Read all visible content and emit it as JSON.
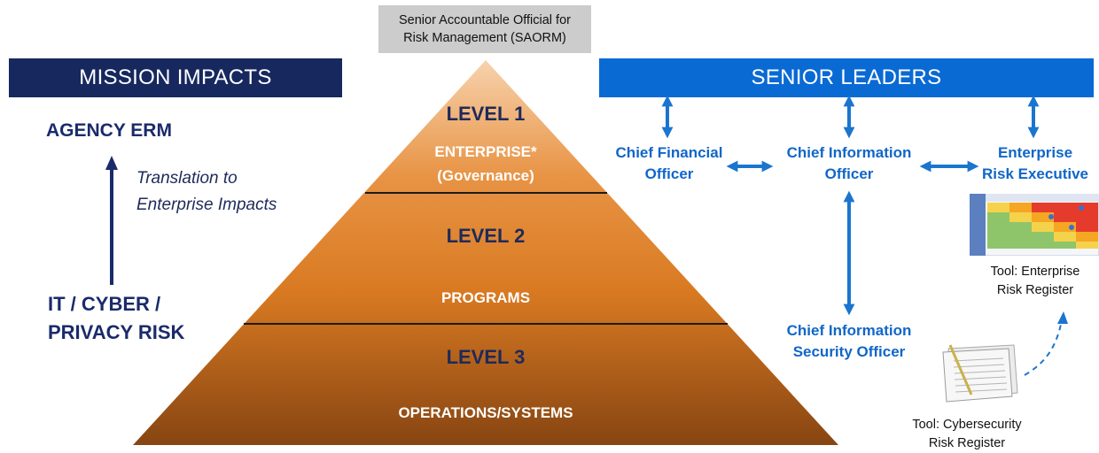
{
  "saorm": {
    "line1": "Senior Accountable Official for",
    "line2": "Risk Management (SAORM)"
  },
  "mission_banner": "MISSION IMPACTS",
  "leaders_banner": "SENIOR LEADERS",
  "left": {
    "agency_erm": "AGENCY ERM",
    "translation_line1": "Translation to",
    "translation_line2": "Enterprise Impacts",
    "risk_line1": "IT / CYBER /",
    "risk_line2": "PRIVACY RISK"
  },
  "pyramid": {
    "level1": "LEVEL 1",
    "enterprise": "ENTERPRISE*",
    "governance": "(Governance)",
    "level2": "LEVEL 2",
    "programs": "PROGRAMS",
    "level3": "LEVEL 3",
    "operations": "OPERATIONS/SYSTEMS"
  },
  "roles": {
    "cfo_line1": "Chief Financial",
    "cfo_line2": "Officer",
    "cio_line1": "Chief Information",
    "cio_line2": "Officer",
    "ere_line1": "Enterprise",
    "ere_line2": "Risk Executive",
    "ciso_line1": "Chief Information",
    "ciso_line2": "Security Officer"
  },
  "tools": {
    "enterprise_line1": "Tool: Enterprise",
    "enterprise_line2": "Risk Register",
    "cyber_line1": "Tool: Cybersecurity",
    "cyber_line2": "Risk Register"
  },
  "colors": {
    "navy_banner": "#16285e",
    "blue_banner": "#0a6ad4",
    "arrow_blue": "#1a75cf",
    "pyramid_top": "#f4c39a",
    "pyramid_mid": "#e07f1f",
    "pyramid_bottom": "#8a4a16"
  }
}
